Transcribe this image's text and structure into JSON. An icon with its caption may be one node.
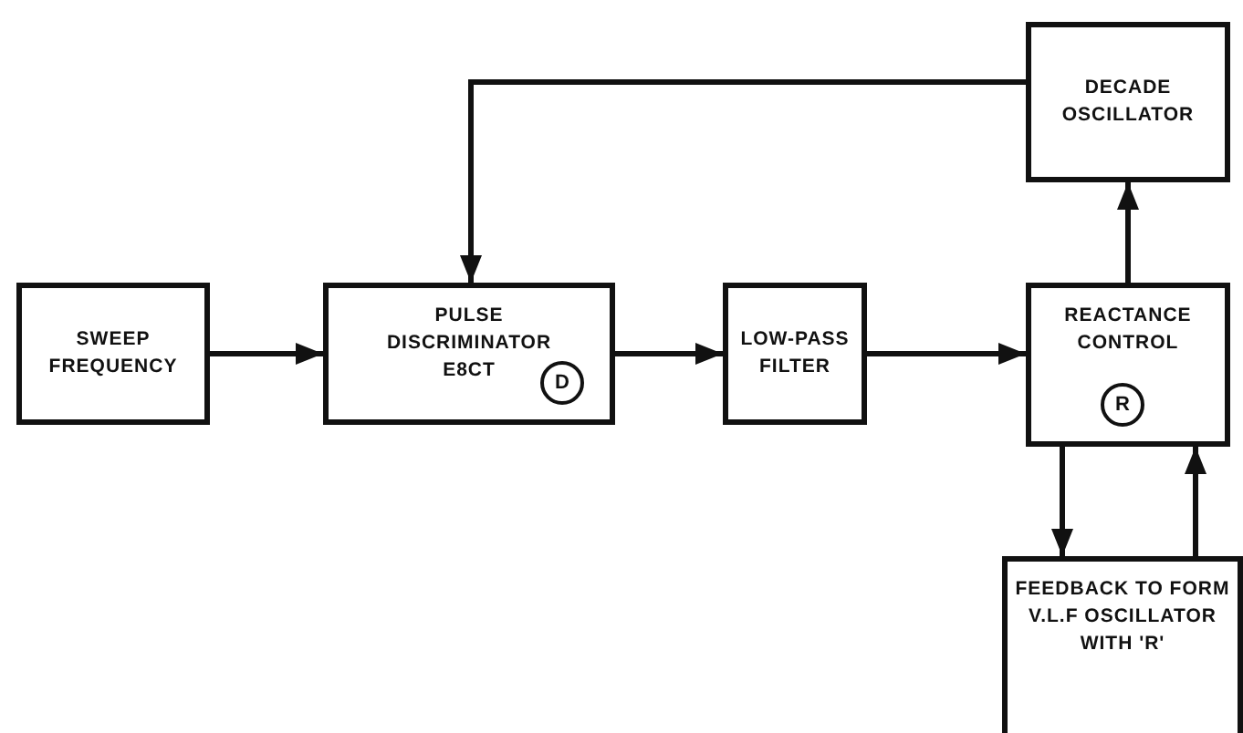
{
  "diagram": {
    "nodes": [
      {
        "text": [
          "SWEEP FREQUENCY"
        ]
      },
      {
        "text": [
          "PULSE DISCRIMINATOR E8CT",
          "D"
        ]
      },
      {
        "text": [
          "LOW-PASS FILTER"
        ]
      },
      {
        "text": [
          "REACTANCE CONTROL",
          "R"
        ]
      },
      {
        "text": [
          "DECADE OSCILLATOR"
        ]
      },
      {
        "text": [
          "FEEDBACK TO FORM V.L.F OSCILLATOR WITH 'R'"
        ]
      }
    ],
    "edges": [
      {
        "from": 0,
        "to": 1,
        "arrow": "to"
      },
      {
        "from": 1,
        "to": 2,
        "arrow": "to"
      },
      {
        "from": 2,
        "to": 3,
        "arrow": "to"
      },
      {
        "from": 3,
        "to": 4,
        "arrow": "to"
      },
      {
        "from": 4,
        "to": 1,
        "arrow": "to"
      },
      {
        "from": 3,
        "to": 5,
        "arrow": "to"
      },
      {
        "from": 5,
        "to": 3,
        "arrow": "to"
      }
    ]
  }
}
